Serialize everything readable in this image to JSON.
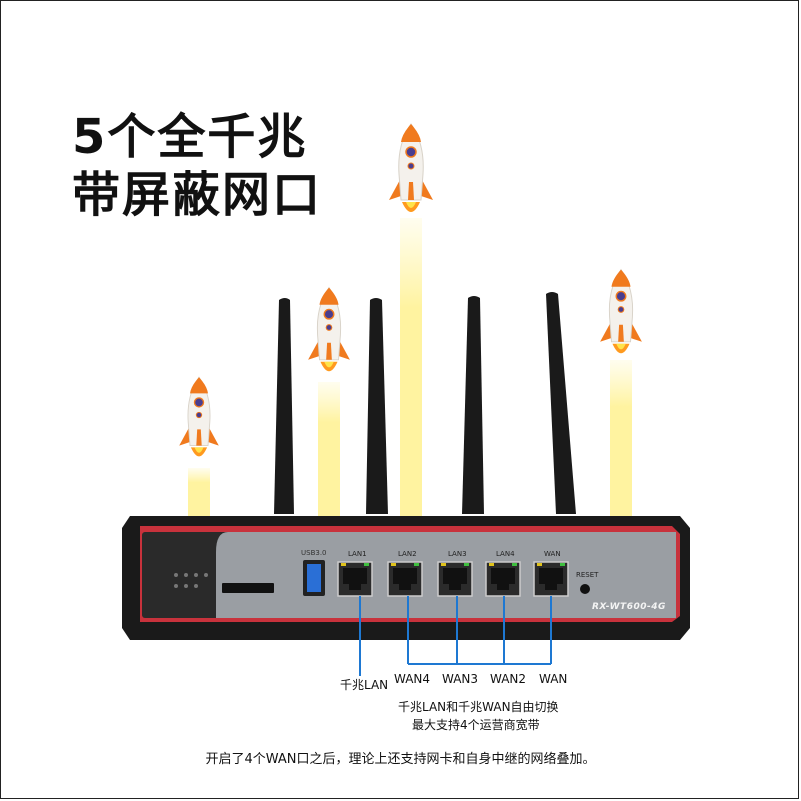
{
  "headline": {
    "line1": "5个全千兆",
    "line2": "带屏蔽网口"
  },
  "device": {
    "model": "RX-WT600-4G",
    "usb_label": "USB3.0",
    "reset_label": "RESET",
    "ports": [
      "LAN1",
      "LAN2",
      "LAN3",
      "LAN4",
      "WAN"
    ],
    "body_color": "#1a1a1a",
    "accent_color": "#c8323c",
    "panel_color": "#9a9ea3"
  },
  "callouts": {
    "labels": [
      "千兆LAN",
      "WAN4",
      "WAN3",
      "WAN2",
      "WAN"
    ],
    "line_color": "#1e78d2",
    "note_line1": "千兆LAN和千兆WAN自由切换",
    "note_line2": "最大支持4个运营商宽带"
  },
  "footer": "开启了4个WAN口之后，理论上还支持网卡和自身中继的网络叠加。",
  "icons": [
    "rocket-icon",
    "antenna-icon"
  ]
}
